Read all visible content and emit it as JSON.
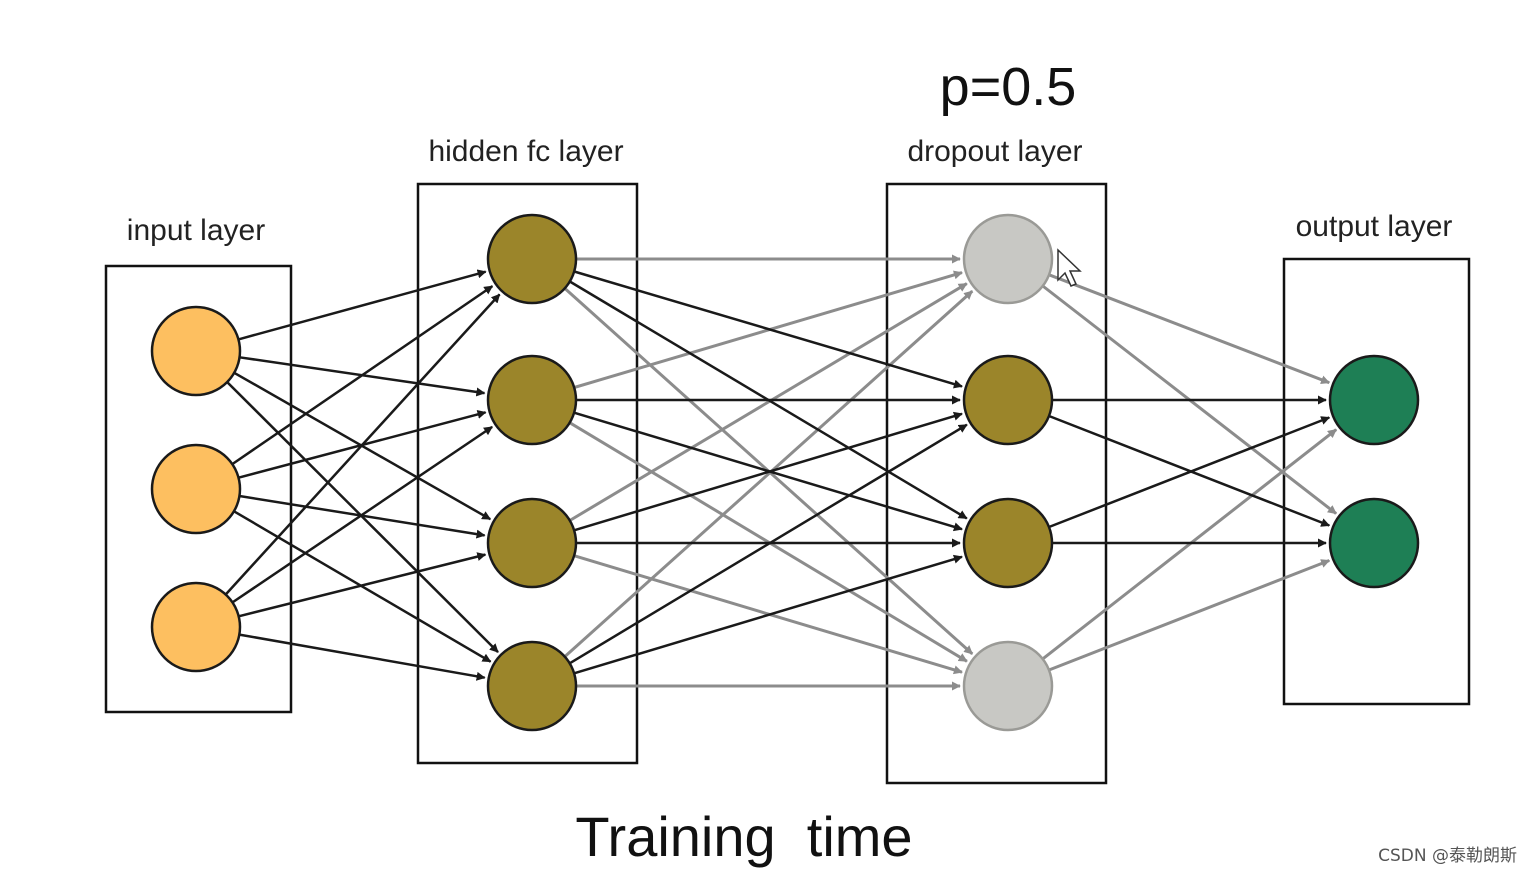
{
  "diagram": {
    "dropout_label": "p=0.5",
    "caption": "Training  time",
    "watermark": "CSDN @泰勒朗斯",
    "colors": {
      "input_node": "#FDBF60",
      "hidden_node": "#9B852A",
      "dropped_node": "#C8C8C4",
      "output_node": "#1E7F55",
      "active_edge": "#1a1a1a",
      "dropped_edge": "#8c8c8c",
      "box_border": "#111111"
    },
    "layers": [
      {
        "id": "input",
        "label": "input layer",
        "nodes": [
          "active",
          "active",
          "active"
        ]
      },
      {
        "id": "hidden",
        "label": "hidden fc layer",
        "nodes": [
          "active",
          "active",
          "active",
          "active"
        ]
      },
      {
        "id": "dropout",
        "label": "dropout layer",
        "nodes": [
          "dropped",
          "active",
          "active",
          "dropped"
        ]
      },
      {
        "id": "output",
        "label": "output layer",
        "nodes": [
          "active",
          "active"
        ]
      }
    ]
  }
}
